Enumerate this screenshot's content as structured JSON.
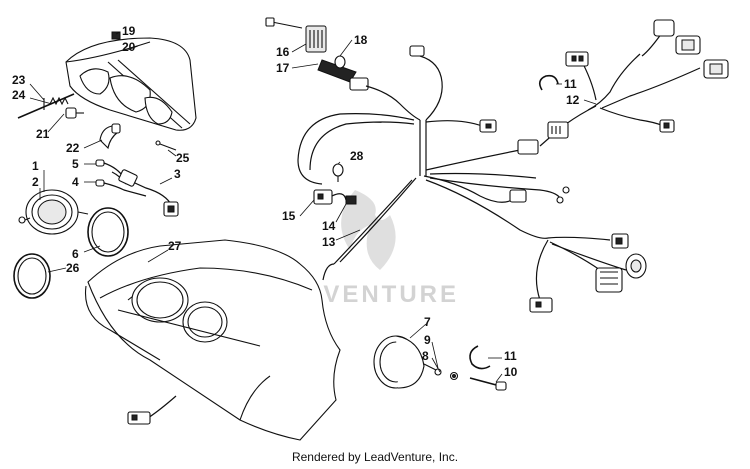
{
  "watermark": "LEADVENTURE",
  "footer": "Rendered by LeadVenture, Inc.",
  "callouts": [
    "19",
    "20",
    "23",
    "24",
    "21",
    "22",
    "25",
    "1",
    "2",
    "5",
    "4",
    "3",
    "6",
    "26",
    "27",
    "16",
    "17",
    "18",
    "28",
    "15",
    "14",
    "13",
    "11",
    "12",
    "7",
    "9",
    "8",
    "11",
    "10"
  ]
}
